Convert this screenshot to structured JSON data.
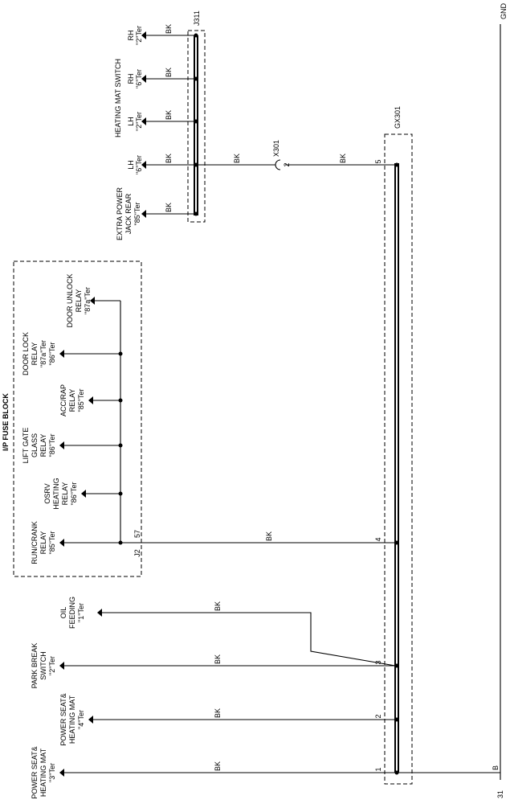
{
  "ground": {
    "label": "GND",
    "pin": "B",
    "ref": "31"
  },
  "wire_color": "BK",
  "splices": {
    "j311": "J311",
    "gx301": "GX301",
    "x301": "X301",
    "x301_pin": "2",
    "gx301_pin_upper": "5"
  },
  "heating_mat_switch": {
    "title": "HEATING MAT SWITCH",
    "rh2": [
      "RH",
      "\"2\"Ter"
    ],
    "rh6": [
      "RH",
      "\"6\"Ter"
    ],
    "lh2": [
      "LH",
      "\"2\"Ter"
    ],
    "lh6": [
      "LH",
      "\"6\"Ter"
    ]
  },
  "extra_power": [
    "EXTRA POWER",
    "JACK REAR",
    "\"85\"Ter"
  ],
  "fuse_block": {
    "title": "I/P FUSE BLOCK",
    "connector": "J2",
    "pin": "57",
    "gx301_pin": "4",
    "relays": {
      "door_unlock": [
        "DOOR UNLOCK",
        "RELAY",
        "\"87a\"Ter"
      ],
      "door_lock": [
        "DOOR LOCK",
        "RELAY",
        "\"87a\"Ter",
        "\"86\"Ter"
      ],
      "acc_rap": [
        "ACC/RAP",
        "RELAY",
        "\"85\"Ter"
      ],
      "lift_gate": [
        "LIFT GATE",
        "GLASS",
        "RELAY",
        "\"86\"Ter"
      ],
      "osrv": [
        "OSRV",
        "HEATING",
        "RELAY",
        "\"86\"Ter"
      ],
      "run_crank": [
        "RUN/CRANK",
        "RELAY",
        "\"85\"Ter"
      ]
    }
  },
  "oil_feeding": [
    "OIL",
    "FEEDING",
    "\"1\"Ter"
  ],
  "park_break": {
    "label": [
      "PARK BREAK",
      "SWITCH",
      "\"2\"Ter"
    ],
    "pin": "3"
  },
  "power_seat_4": {
    "label": [
      "POWER SEAT&",
      "HEATING MAT",
      "\"4\"Ter"
    ],
    "pin": "2"
  },
  "power_seat_3": {
    "label": [
      "POWER SEAT&",
      "HEATING MAT",
      "\"3\"Ter"
    ],
    "pin": "1"
  }
}
